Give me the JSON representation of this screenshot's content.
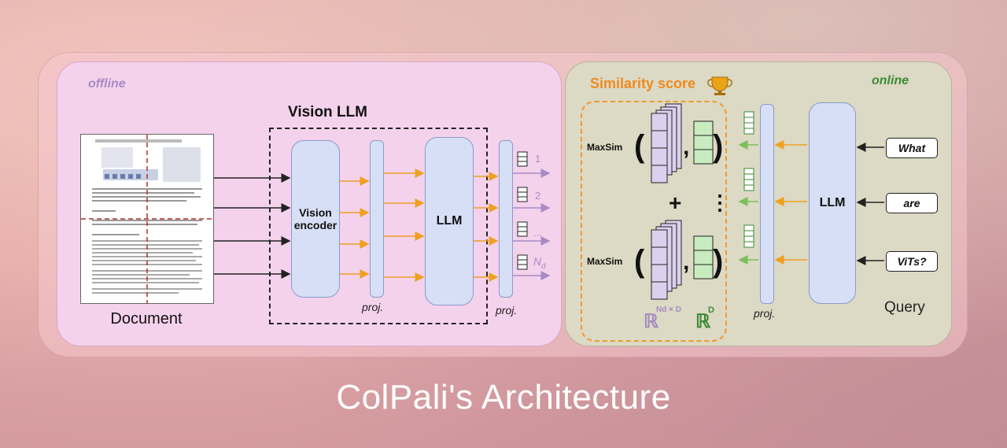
{
  "caption": "ColPali's Architecture",
  "offline_label": "offline",
  "online_label": "online",
  "document_label": "Document",
  "vision_llm_title": "Vision LLM",
  "vision_encoder_label": "Vision encoder",
  "llm_left_label": "LLM",
  "llm_right_label": "LLM",
  "proj_label_1": "proj.",
  "proj_label_2": "proj.",
  "proj_label_3": "proj.",
  "patch_labels": [
    "1",
    "2",
    "...",
    "N"
  ],
  "patch_label_subscript": "d",
  "similarity_title": "Similarity score",
  "maxsim_label_1": "MaxSim",
  "maxsim_label_2": "MaxSim",
  "plus_sign": "+",
  "vdots": "⋮",
  "comma": ",",
  "reals_symbol": "ℝ",
  "dim_doc_superscript": "Nd × D",
  "dim_query_superscript": "D",
  "query_words": [
    "What",
    "are",
    "ViTs?"
  ],
  "query_label": "Query",
  "icons": {
    "trophy": "trophy-icon"
  },
  "colors": {
    "arrow_orange": "#f0a020",
    "arrow_green": "#7bbf5a",
    "arrow_purple": "#a68bc4",
    "offline_text": "#a68bc4",
    "online_text": "#3b8a34",
    "similarity_text": "#ee8a1e"
  }
}
